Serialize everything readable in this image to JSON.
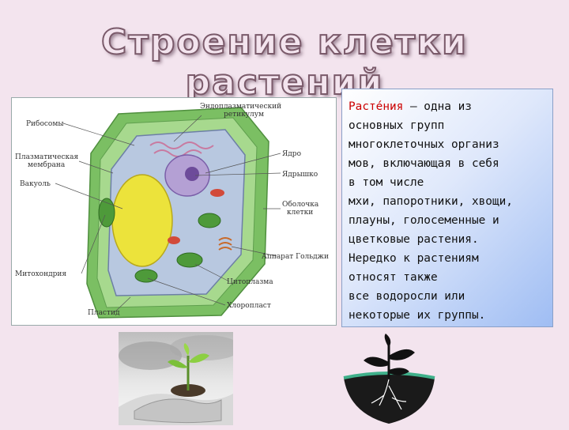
{
  "title": "Строение клетки растений",
  "diagram": {
    "labels": {
      "er": "Эндоплазматический",
      "er2": "ретикулум",
      "ribosomes": "Рибосомы",
      "plasma": "Плазматическая",
      "plasma2": "мембрана",
      "vacuole": "Вакуоль",
      "nucleus": "Ядро",
      "nucleolus": "Ядрышко",
      "wall": "Оболочка",
      "wall2": "клетки",
      "golgi": "Аппарат Гольджи",
      "mito": "Митохондрия",
      "cyto": "Цитоплазма",
      "plastid": "Пластид",
      "chloro": "Хлоропласт"
    }
  },
  "text": {
    "term": "Расте́ния",
    "lines": [
      " — одна из",
      "основных групп",
      "многоклеточных организ",
      "мов, включающая в себя",
      "в том числе",
      "мхи, папоротники, хвощи,",
      " плауны, голосеменные и",
      " цветковые растения.",
      "Нередко к растениям",
      "относят также",
      "все водоросли или",
      "некоторые их группы."
    ]
  },
  "colors": {
    "term": "#cc0000",
    "cell_wall": "#8fc77a",
    "vacuole": "#e8e23a",
    "nucleus": "#8a6fb0"
  }
}
